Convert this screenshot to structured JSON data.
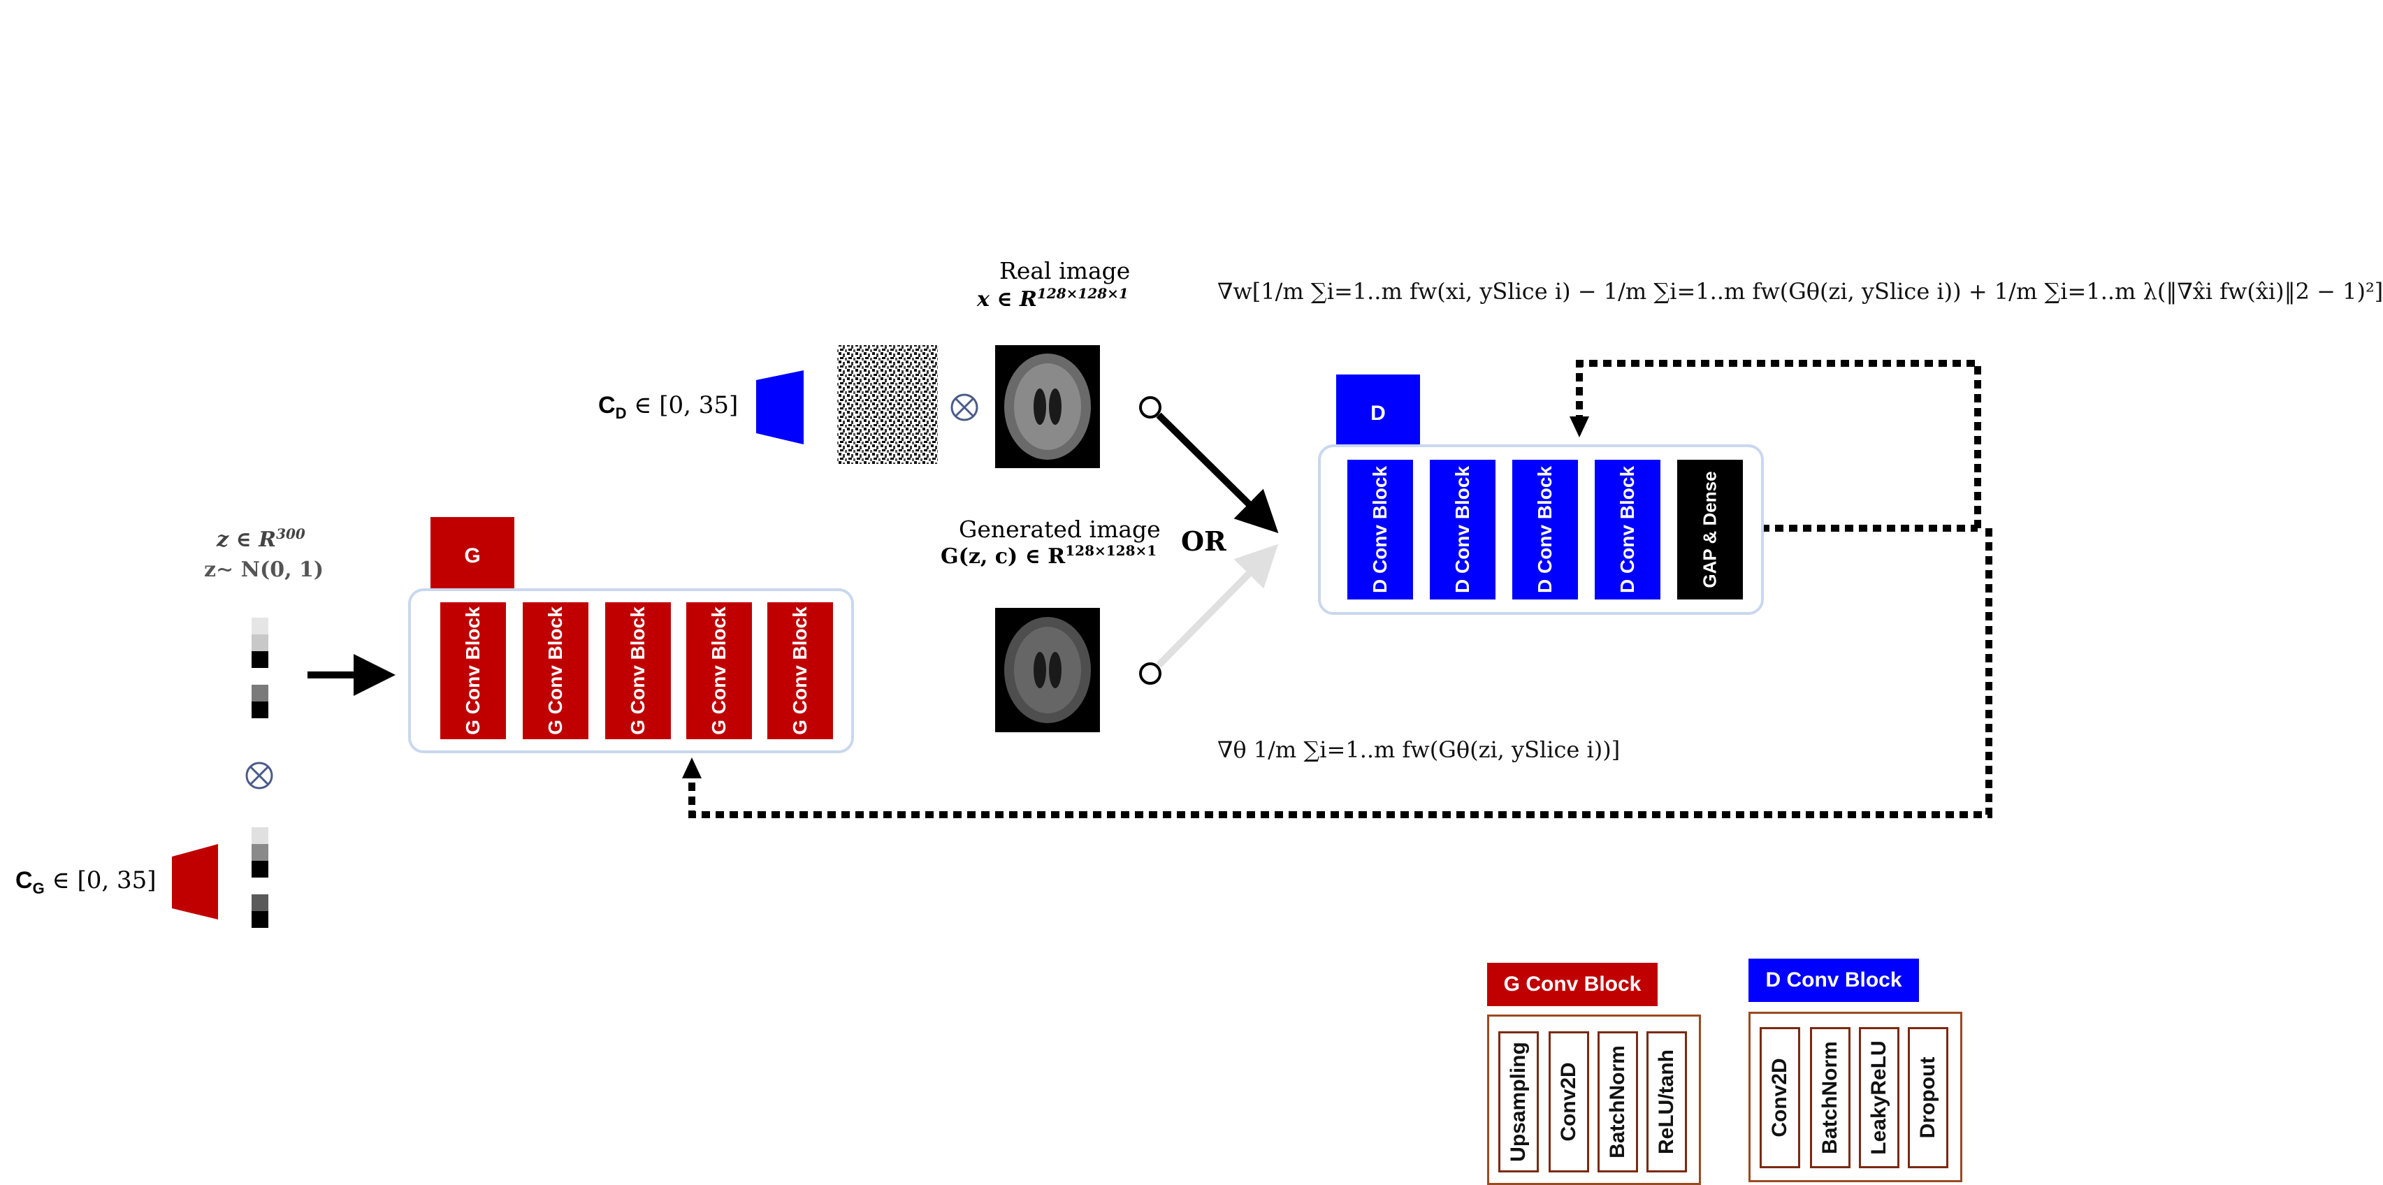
{
  "labels": {
    "real_image_title": "Real image",
    "real_image_dim": "x ∈ R",
    "real_image_sup": "128×128×1",
    "generated_title": "Generated image",
    "generated_dim": "G(z, c) ∈ R",
    "generated_sup": "128×128×1",
    "cd_label": "C",
    "cd_sub": "D",
    "cd_range": "∈ [0, 35]",
    "cg_label": "C",
    "cg_sub": "G",
    "cg_range": "∈ [0, 35]",
    "z_line1": "z ∈ R",
    "z_line1_sup": "300",
    "z_line2": "z∼ N(0, 1)",
    "or": "OR",
    "otimes": "⊗"
  },
  "generator": {
    "tag": "G",
    "blocks": [
      "G Conv Block",
      "G Conv Block",
      "G Conv Block",
      "G Conv Block",
      "G Conv Block"
    ]
  },
  "discriminator": {
    "tag": "D",
    "blocks": [
      "D Conv Block",
      "D Conv Block",
      "D Conv Block",
      "D Conv Block"
    ],
    "final_block": "GAP & Dense"
  },
  "equations": {
    "d_loss": "∇w[1/m ∑i=1..m fw(xi, ySlice i) − 1/m ∑i=1..m fw(Gθ(zi, ySlice i)) + 1/m ∑i=1..m λ(‖∇x̂i fw(x̂i)‖2 − 1)²]",
    "g_loss": "∇θ 1/m ∑i=1..m fw(Gθ(zi, ySlice i))]"
  },
  "legend": {
    "g_title": "G Conv Block",
    "g_layers": [
      "Upsampling",
      "Conv2D",
      "BatchNorm",
      "ReLU/tanh"
    ],
    "d_title": "D Conv Block",
    "d_layers": [
      "Conv2D",
      "BatchNorm",
      "LeakyReLU",
      "Dropout"
    ]
  },
  "colors": {
    "generator_red": "#c00000",
    "discriminator_blue": "#0000ff",
    "gap_black": "#000000",
    "panel_border": "#c9d7ee",
    "legend_border": "#9a4a20"
  }
}
